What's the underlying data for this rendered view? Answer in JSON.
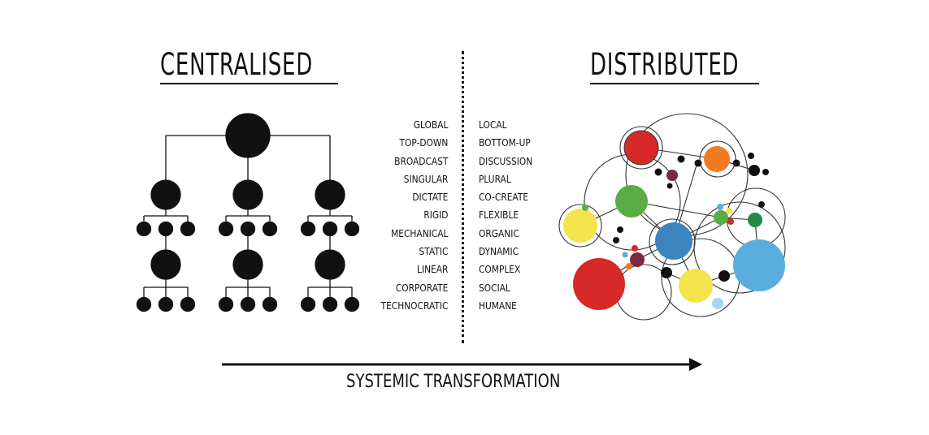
{
  "left_title": "CENTRALISED",
  "right_title": "DISTRIBUTED",
  "left_words": [
    "GLOBAL",
    "TOP-DOWN",
    "BROADCAST",
    "SINGULAR",
    "DICTATE",
    "RIGID",
    "MECHANICAL",
    "STATIC",
    "LINEAR",
    "CORPORATE",
    "TECHNOCRATIC"
  ],
  "right_words": [
    "LOCAL",
    "BOTTOM-UP",
    "DISCUSSION",
    "PLURAL",
    "CO-CREATE",
    "FLEXIBLE",
    "ORGANIC",
    "DYNAMIC",
    "COMPLEX",
    "SOCIAL",
    "HUMANE"
  ],
  "caption": "SYSTEMIC TRANSFORMATION",
  "colors": {
    "ink": "#111111",
    "red": "#d7282a",
    "orange": "#ef7a22",
    "green": "#5aac44",
    "yellow": "#f4e44c",
    "blue": "#3c84bf",
    "lightblue": "#5aaede",
    "darkgreen": "#1f8a4a",
    "maroon": "#7a2a3e"
  }
}
